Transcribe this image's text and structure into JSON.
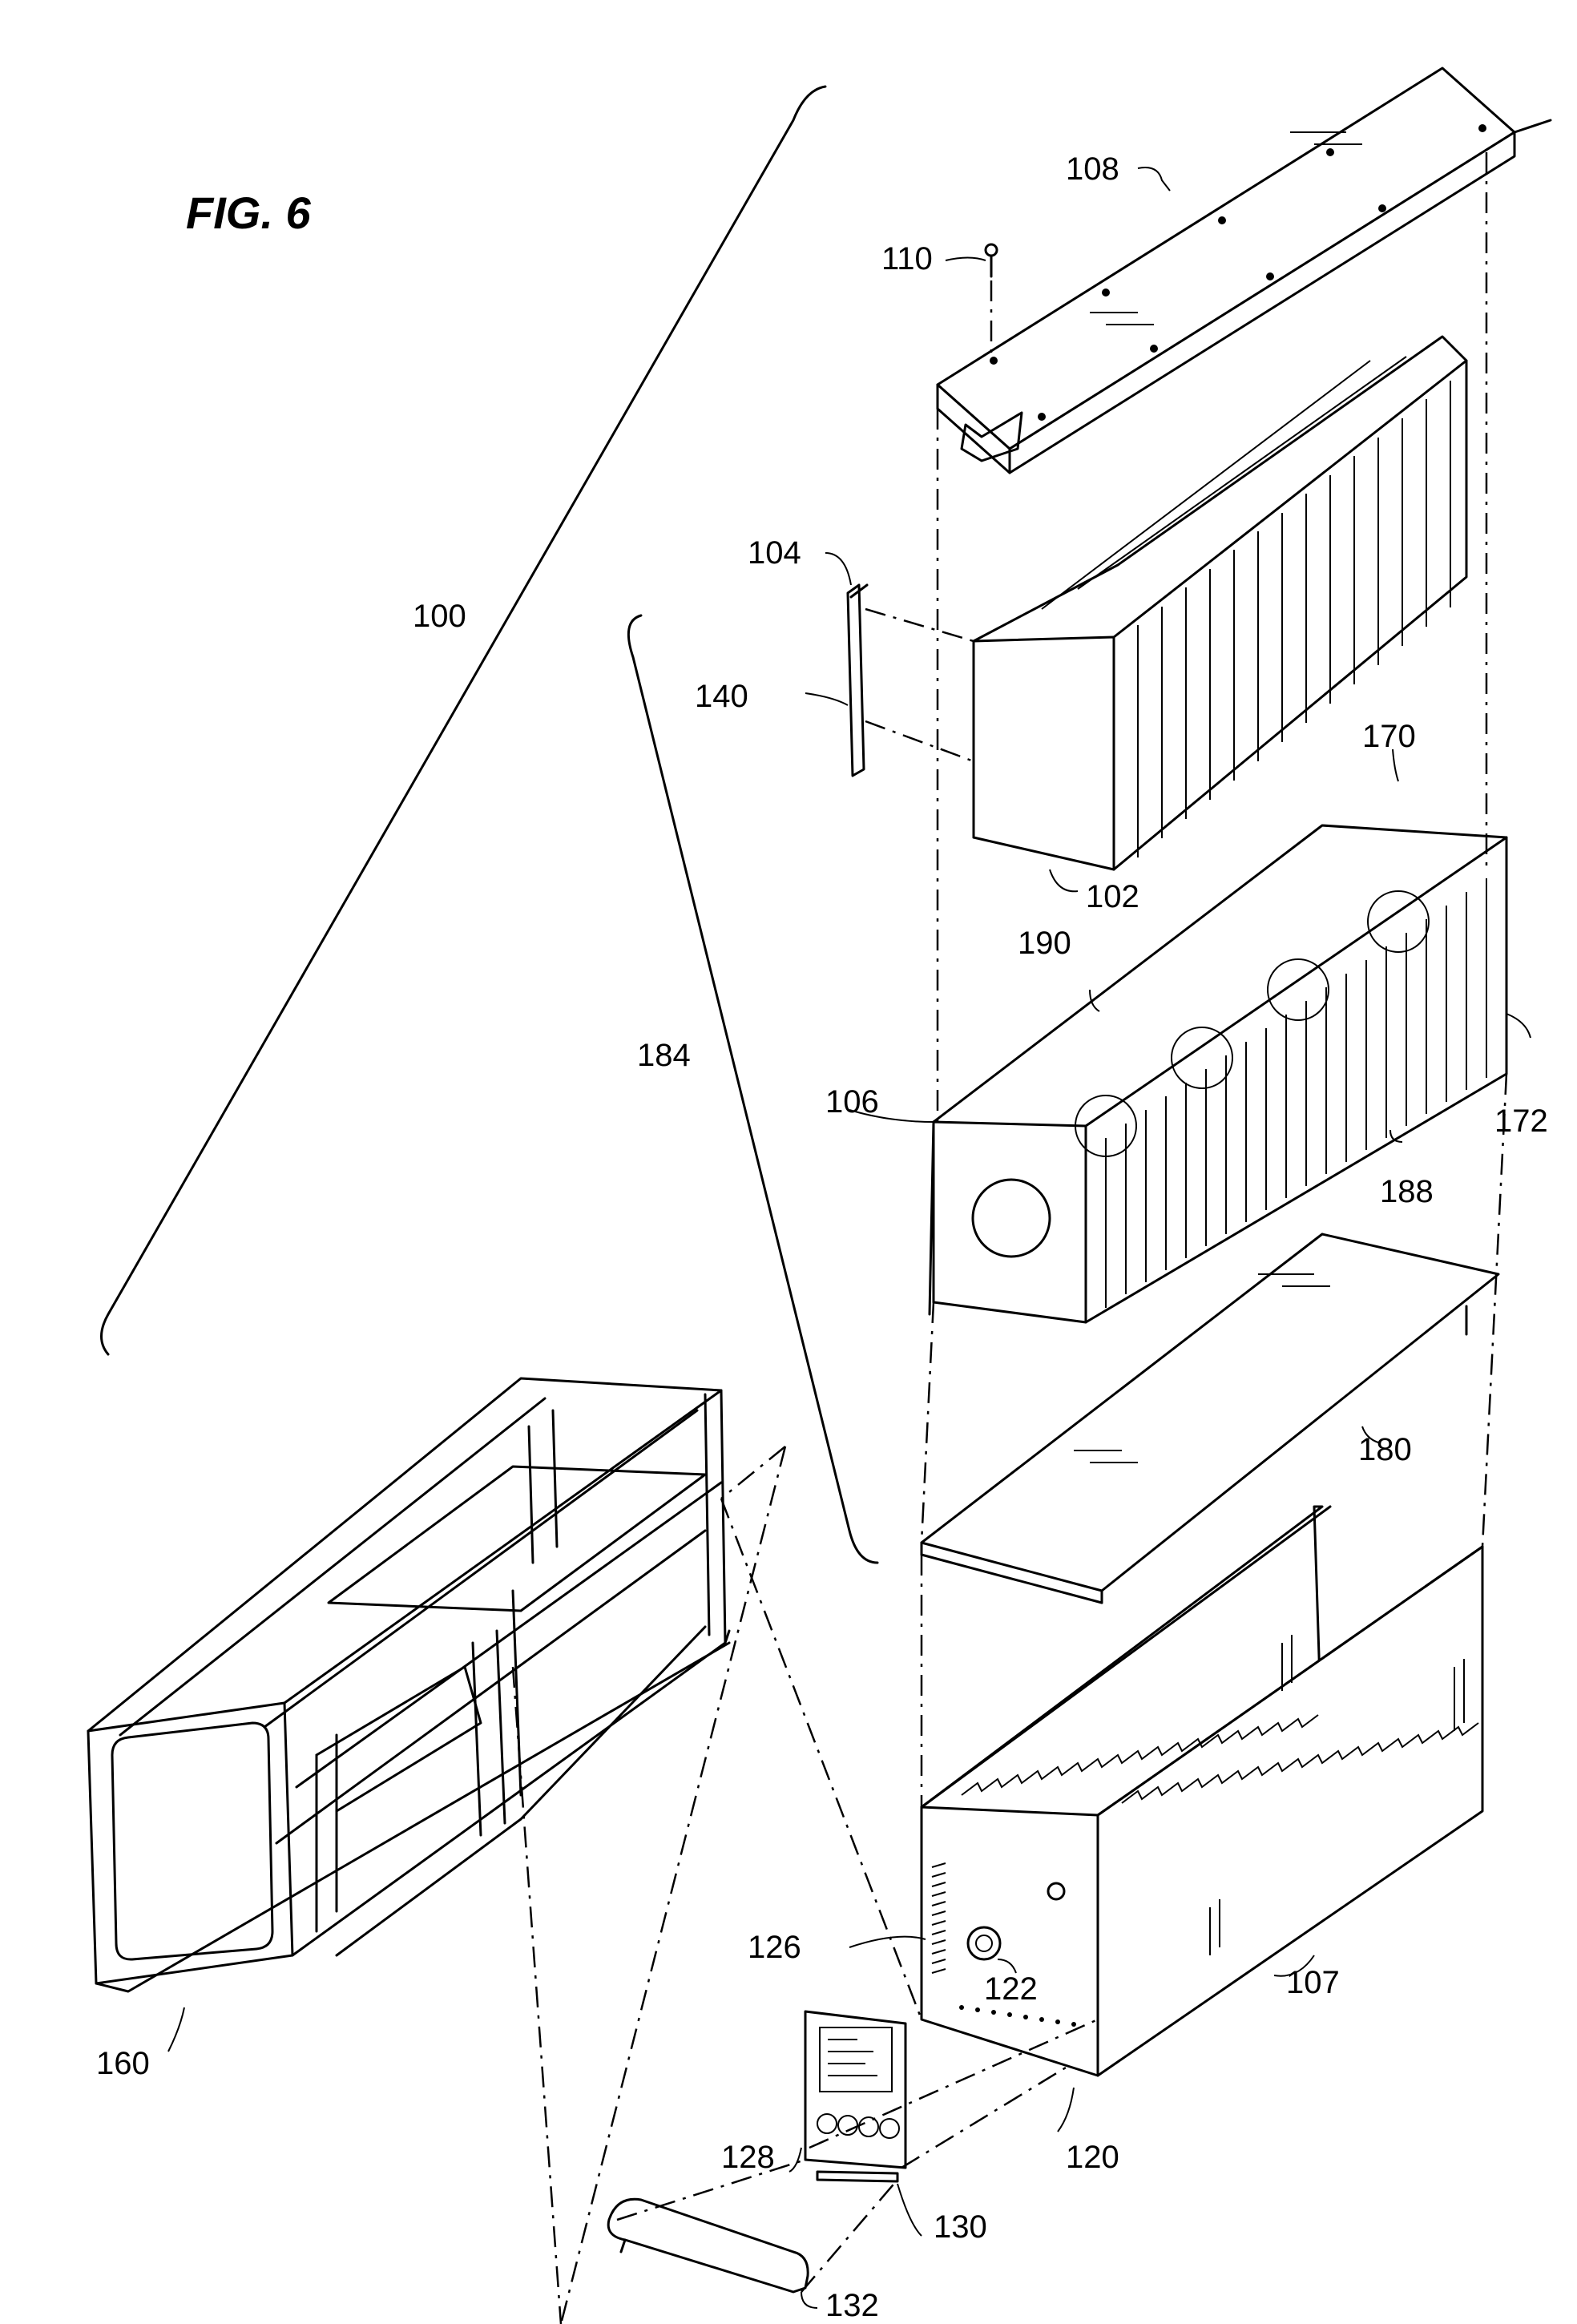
{
  "figure": {
    "title": "FIG. 6"
  },
  "labels": {
    "r100": "100",
    "r102": "102",
    "r104": "104",
    "r106": "106",
    "r107": "107",
    "r108": "108",
    "r110": "110",
    "r120": "120",
    "r122": "122",
    "r126": "126",
    "r128": "128",
    "r130": "130",
    "r132": "132",
    "r140": "140",
    "r160": "160",
    "r170": "170",
    "r172": "172",
    "r180": "180",
    "r184": "184",
    "r188": "188",
    "r190": "190"
  }
}
